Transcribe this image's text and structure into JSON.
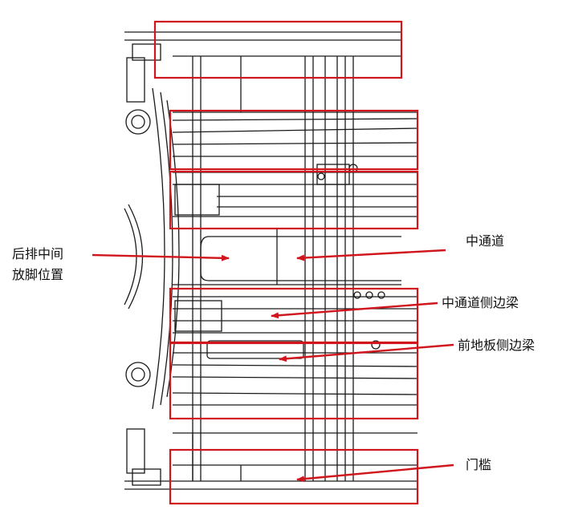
{
  "labels": {
    "rear_footwell": [
      "后排中间",
      "放脚位置"
    ],
    "center_tunnel": "中通道",
    "tunnel_side_rail": "中通道侧边梁",
    "front_floor_side_rail": "前地板侧边梁",
    "door_sill": "门槛"
  },
  "colors": {
    "highlight": "#d0161c",
    "line": "#1a1a1a",
    "background": "#ffffff"
  }
}
